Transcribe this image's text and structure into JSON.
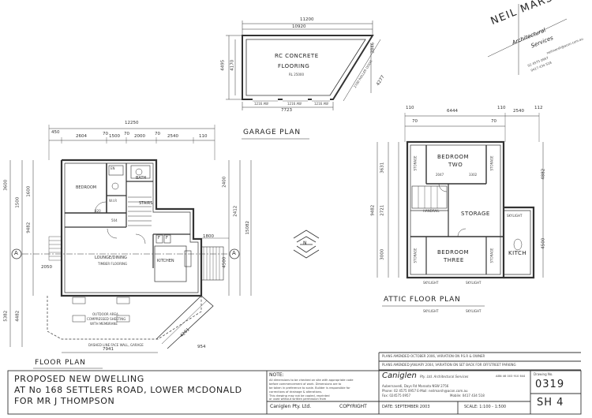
{
  "garage": {
    "title": "GARAGE PLAN",
    "slab_label_1": "RC CONCRETE",
    "slab_label_2": "FLOORING",
    "rl": "RL 25000",
    "dim_overall": "11200",
    "dim_inner": "10920",
    "dim_bottom": "7723",
    "dim_left_1": "4495",
    "dim_left_2": "4170",
    "dim_right": "3846",
    "dim_side": "4277",
    "door_label": "2700 ROLLER DOOR",
    "bottom_door_1": "1216 AW",
    "bottom_door_2": "1216 AW",
    "bottom_door_3": "1216 AW"
  },
  "architect": {
    "name": "NEIL MARSH",
    "line1": "Architectural",
    "line2": "Services",
    "phone": "02 4575 0957",
    "mobile": "0417 434 518",
    "email": "neilmarsh@acon.com.au"
  },
  "floor": {
    "title": "FLOOR PLAN",
    "dim_overall": "12250",
    "dim_top_1": "450",
    "dim_top_2": "2604",
    "dim_top_3": "70",
    "dim_top_4": "1500",
    "dim_top_5": "70",
    "dim_top_6": "2000",
    "dim_top_7": "70",
    "dim_top_8": "2540",
    "dim_top_9": "110",
    "dim_left_1": "3600",
    "dim_left_2": "1500",
    "dim_left_3": "1600",
    "dim_left_4": "9482",
    "dim_left_5": "2050",
    "dim_left_6": "4482",
    "dim_left_7": "5382",
    "dim_right_1": "2400",
    "dim_right_2": "2412",
    "dim_right_3": "4500",
    "dim_right_4": "15082",
    "dim_1800": "1800",
    "dim_7941": "7941",
    "dim_4261": "4261",
    "dim_954": "954",
    "bedroom": "BEDROOM",
    "bath": "BATH",
    "en": "EN",
    "wir": "W.I.R",
    "stairs": "STAIRS",
    "lounge": "LOUNGE/DINING",
    "lounge_sub": "TIMBER FLOORING",
    "kitchen": "KITCHEN",
    "fridge_1": "F",
    "fridge_2": "F",
    "outdoor_1": "OUTDOOR AREA",
    "outdoor_2": "COMPRESSED SHEETING",
    "outdoor_3": "WITH MEMBRANE",
    "dashed": "DASHED LINE FACE WALL, GARAGE",
    "section_a1": "A",
    "section_a2": "A",
    "dim_504": "504",
    "dim_820": "820"
  },
  "attic": {
    "title": "ATTIC FLOOR PLAN",
    "dim_top_overall": "6444",
    "dim_top_1": "110",
    "dim_top_2": "110",
    "dim_top_3": "2540",
    "dim_top_4": "112",
    "dim_top_5": "70",
    "dim_top_6": "70",
    "dim_left_1": "3631",
    "dim_left_2": "9482",
    "dim_left_3": "2721",
    "dim_left_4": "3000",
    "dim_right_1": "4882",
    "dim_right_2": "4500",
    "bedroom_two_1": "BEDROOM",
    "bedroom_two_2": "TWO",
    "bedroom_three_1": "BEDROOM",
    "bedroom_three_2": "THREE",
    "storage_main": "STORAGE",
    "storage_v1": "STORAGE",
    "storage_v2": "STORAGE",
    "storage_v3": "STORAGE",
    "storage_v4": "STORAGE",
    "kitch": "KITCH",
    "skylight_1": "SKYLIGHT",
    "skylight_2": "SKYLIGHT",
    "skylight_3": "SKYLIGHT",
    "skylight_4": "SKYLIGHT",
    "skylight_5": "SKYLIGHT",
    "handrail": "HANDRAIL",
    "dim_2047": "2047",
    "dim_3302": "3302"
  },
  "title_block": {
    "line1": "PROPOSED NEW DWELLING",
    "line2": "AT No 168 SETTLERS ROAD, LOWER MCDONALD",
    "line3": "FOR MR J THOMPSON",
    "note_head": "NOTE:",
    "note_1": "All dimensions to be checked on site with appropriate code",
    "note_2": "before commencement of work. Dimensions are to",
    "note_3": "be taken in preference to scale. Builder is responsible for",
    "note_4": "corrections of drainage & alterations.",
    "note_5": "This drawing may not be copied, reprinted",
    "note_6": "or used without written permission from",
    "company": "Caniglen Pty. Ltd.",
    "copyright": "COPYRIGHT",
    "amend_1": "PLANS AMENDED OCTOBER 2006, VARIATION ON P.S.R & OWNER",
    "amend_2": "PLANS AMENDED JANUARY 2004, VARIATION ON SET BACK FOR OFFSTREET PARKING",
    "firm_name": "Caniglen",
    "firm_sub": "Pty. Ltd. Architectural Services",
    "firm_abn": "ABN 46 003 910 644",
    "firm_addr": "Aubernavedi, Days Rd Maroota NSW 2756",
    "firm_phone": "Phone: 02 4575 0957  E-Mail: neilmarsh@acon.com.au",
    "firm_fax": "Fax: 024575 0957",
    "firm_mobile": "Mobile: 0417 434 518",
    "date": "DATE: SEPTEMBER 2003",
    "scale": "SCALE: 1:100 - 1:500",
    "drawing_no_label": "Drawing No.",
    "drawing_no": "0319",
    "sheet": "SH 4"
  },
  "north_symbol": "N"
}
